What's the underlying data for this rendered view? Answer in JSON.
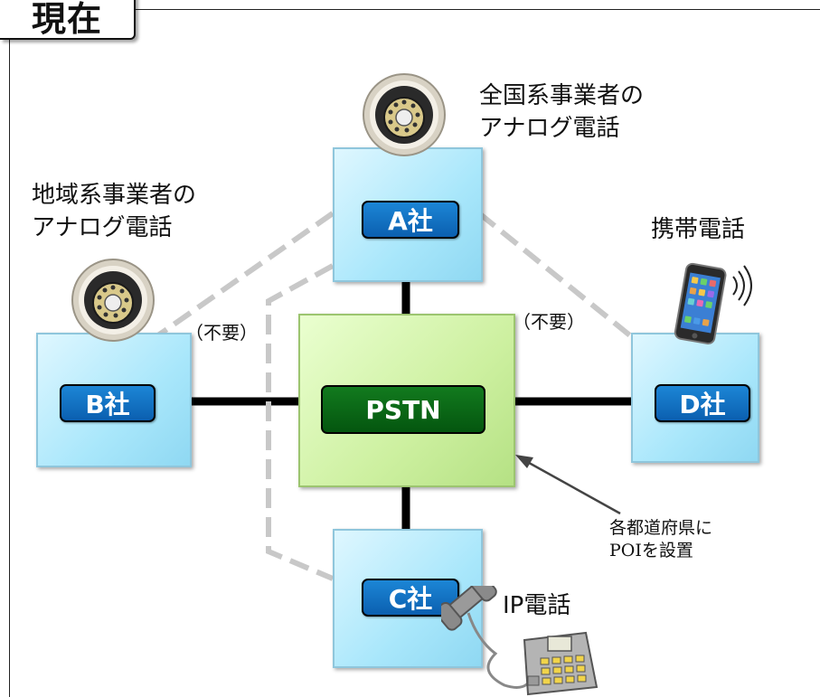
{
  "title": "現在",
  "network": {
    "label": "PSTN"
  },
  "companies": {
    "a": {
      "label": "A社"
    },
    "b": {
      "label": "B社"
    },
    "c": {
      "label": "C社"
    },
    "d": {
      "label": "D社"
    }
  },
  "captions": {
    "national_line1": "全国系事業者の",
    "national_line2": "アナログ電話",
    "regional_line1": "地域系事業者の",
    "regional_line2": "アナログ電話",
    "mobile": "携帯電話",
    "ip": "IP電話",
    "poi_line1": "各都道府県に",
    "poi_line2": "POIを設置",
    "unneeded_left": "（不要）",
    "unneeded_right": "（不要）"
  },
  "colors": {
    "company_fill": "#a9e7fb",
    "pill_blue": "#0b5fb0",
    "pstn_fill": "#cdf0a0",
    "pstn_pill": "#04560f",
    "dashed": "#c8c8c8"
  },
  "icons": [
    "rotary-phone-icon",
    "mobile-phone-icon",
    "ip-phone-icon",
    "arrow-icon"
  ]
}
